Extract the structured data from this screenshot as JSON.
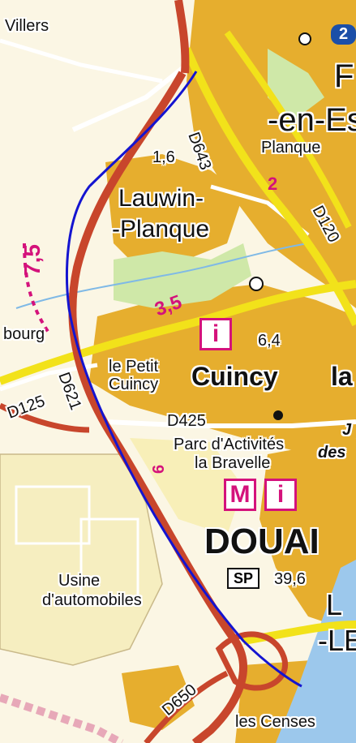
{
  "map": {
    "places": {
      "villers": "Villers",
      "lauwin1": "Lauwin-",
      "lauwin2": "-Planque",
      "planque": "Planque",
      "cuincy": "Cuincy",
      "petit1": "le Petit",
      "petit2": "Cuincy",
      "douai": "DOUAI",
      "parc1": "Parc d'Activités",
      "parc2": "la Bravelle",
      "usine1": "Usine",
      "usine2": "d'automobiles",
      "censes": "les Censes",
      "bourg": "bourg",
      "enes": "-en-Es",
      "f": "F",
      "la": "la",
      "jdes1": "J",
      "jdes2": "des",
      "ltr_l": "L",
      "ltr_le": "-LE"
    },
    "roads": {
      "d643": "D643",
      "d120": "D120",
      "d621": "D621",
      "d425": "D425",
      "d650": "D650",
      "d125": "D125",
      "a2": "2"
    },
    "distances": {
      "d16": "1,6",
      "d64": "6,4",
      "d396": "39,6",
      "m75": "7,5",
      "m35": "3,5",
      "m2": "2",
      "m6": "6"
    },
    "badges": {
      "sp": "SP"
    },
    "pictos": {
      "info": "i",
      "museum": "M"
    },
    "colors": {
      "urban": "#e6ae2e",
      "urban_dark": "#d49a1f",
      "motorway_red": "#c8462c",
      "main_road_yellow": "#f2e21a",
      "route_blue": "#1414d0",
      "poi_magenta": "#d4127b",
      "forest_green": "#cfe8a8",
      "water_blue": "#7fb9e6"
    }
  }
}
